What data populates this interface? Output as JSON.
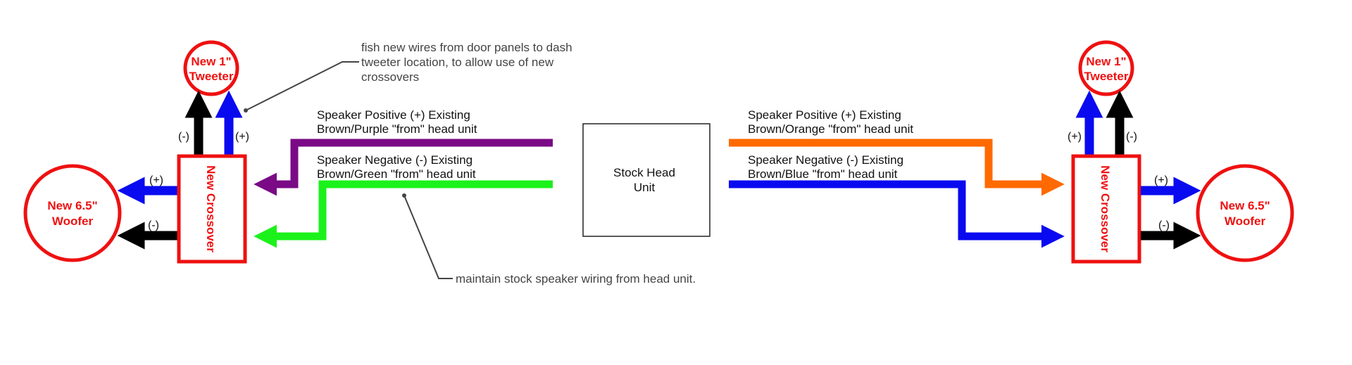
{
  "colors": {
    "component_red": "#ee1111",
    "purple": "#7a0a86",
    "green": "#1bf21b",
    "orange": "#ff6a00",
    "blue": "#0a0af0",
    "black": "#000000",
    "note_grey": "#444444"
  },
  "notes": {
    "fish_lines": [
      "fish new wires from door panels to dash",
      "tweeter location, to allow use of new",
      "crossovers"
    ],
    "maintain": "maintain stock speaker wiring from head unit."
  },
  "head_unit": {
    "lines": [
      "Stock Head",
      "Unit"
    ]
  },
  "left": {
    "tweeter": [
      "New 1\"",
      "Tweeter"
    ],
    "woofer": [
      "New 6.5\"",
      "Woofer"
    ],
    "crossover": "New Crossover",
    "positive_wire": [
      "Speaker Positive (+) Existing",
      "Brown/Purple \"from\" head unit"
    ],
    "negative_wire": [
      "Speaker Negative (-) Existing",
      "Brown/Green \"from\" head unit"
    ],
    "tweeter_neg": "(-)",
    "tweeter_pos": "(+)",
    "woofer_pos": "(+)",
    "woofer_neg": "(-)"
  },
  "right": {
    "tweeter": [
      "New 1\"",
      "Tweeter"
    ],
    "woofer": [
      "New 6.5\"",
      "Woofer"
    ],
    "crossover": "New Crossover",
    "positive_wire": [
      "Speaker Positive (+) Existing",
      "Brown/Orange \"from\" head unit"
    ],
    "negative_wire": [
      "Speaker Negative (-) Existing",
      "Brown/Blue \"from\" head unit"
    ],
    "tweeter_pos": "(+)",
    "tweeter_neg": "(-)",
    "woofer_pos": "(+)",
    "woofer_neg": "(-)"
  }
}
